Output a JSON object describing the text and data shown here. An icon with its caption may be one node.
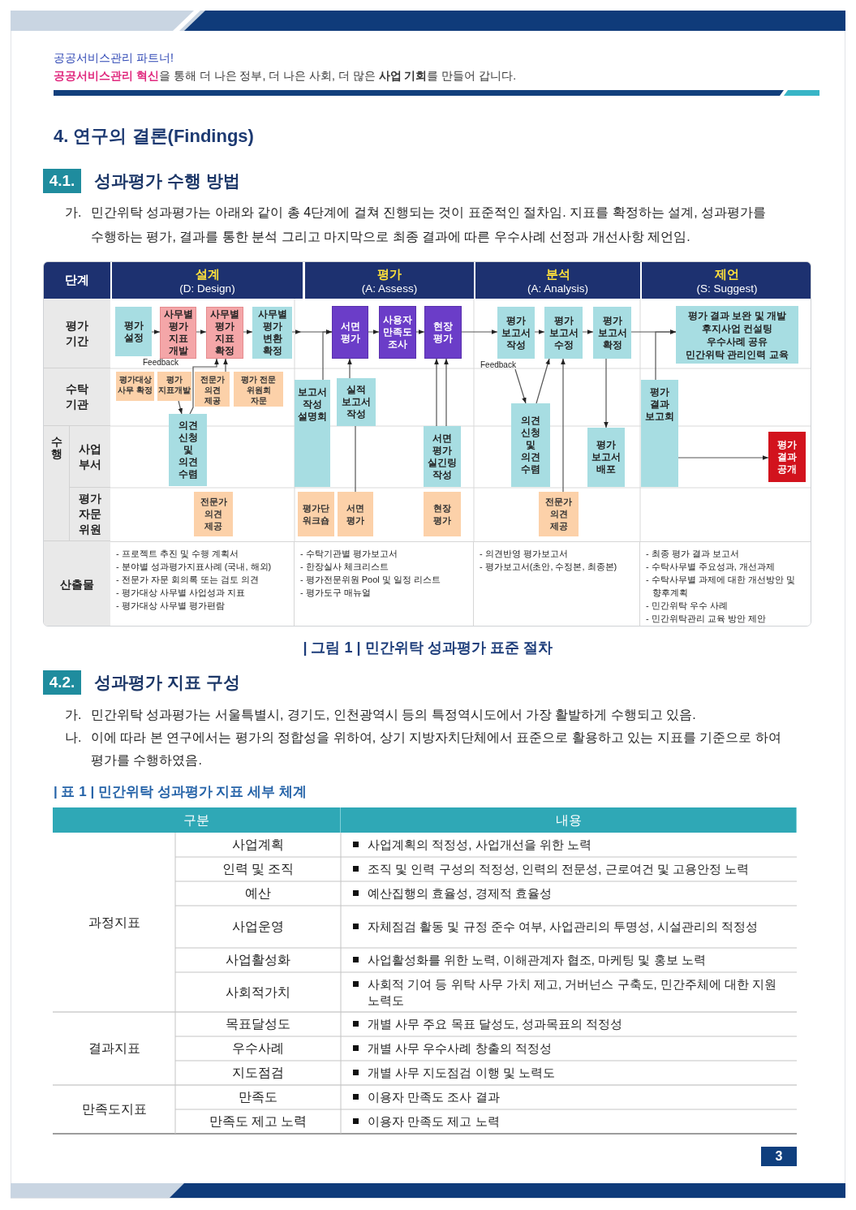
{
  "diagram": {
    "title": "4. 연구의 결론(Findings)",
    "caption": "| 그림 1 | 민간위탁 성과평가 표준 절차",
    "nodes": [
      {
        "text": [
          "단계"
        ]
      },
      {
        "text": [
          "설계",
          "(D: Design)"
        ]
      },
      {
        "text": [
          "평가",
          "(A: Assess)"
        ]
      },
      {
        "text": [
          "분석",
          "(A: Analysis)"
        ]
      },
      {
        "text": [
          "제언",
          "(S: Suggest)"
        ]
      },
      {
        "text": [
          "평가 기간"
        ]
      },
      {
        "text": [
          "평가 설정"
        ]
      },
      {
        "text": [
          "사무별 평가 지표 개발"
        ]
      },
      {
        "text": [
          "사무별 평가 지표 확정"
        ]
      },
      {
        "text": [
          "사무별 평가 변환 확정"
        ]
      },
      {
        "text": [
          "서면 평가"
        ]
      },
      {
        "text": [
          "사용자 만족도 조사"
        ]
      },
      {
        "text": [
          "현장 평가"
        ]
      },
      {
        "text": [
          "평가 보고서 작성"
        ]
      },
      {
        "text": [
          "평가 보고서 수정"
        ]
      },
      {
        "text": [
          "평가 보고서 확정"
        ]
      },
      {
        "text": [
          "평가 결과 보완 및 개발",
          "후지사업 컨설팅",
          "우수사례 공유",
          "민간위탁 관리인력 교육"
        ]
      },
      {
        "text": [
          "수탁 기관"
        ]
      },
      {
        "text": [
          "평가대상 사무 확정"
        ]
      },
      {
        "text": [
          "평가 지표개발"
        ]
      },
      {
        "text": [
          "전문가 의견 제공"
        ]
      },
      {
        "text": [
          "평가 전문 위원회 자문"
        ]
      },
      {
        "text": [
          "보고서 작성 설명회"
        ]
      },
      {
        "text": [
          "실적 보고서 작성"
        ]
      },
      {
        "text": [
          "Feedback"
        ]
      },
      {
        "text": [
          "평가 결과 보고회"
        ]
      },
      {
        "text": [
          "수행"
        ]
      },
      {
        "text": [
          "사업 부서"
        ]
      },
      {
        "text": [
          "의견 신청 및 의견 수렴"
        ]
      },
      {
        "text": [
          "서면 평가 실긴링 작성"
        ]
      },
      {
        "text": [
          "의견 신청 및 의견 수렴"
        ]
      },
      {
        "text": [
          "평가 보고서 배포"
        ]
      },
      {
        "text": [
          "평가 결과 공개"
        ]
      },
      {
        "text": [
          "평가 자문 위원"
        ]
      },
      {
        "text": [
          "전문가 의견 제공"
        ]
      },
      {
        "text": [
          "평가단 워크숍"
        ]
      },
      {
        "text": [
          "서면 평가"
        ]
      },
      {
        "text": [
          "현장 평가"
        ]
      },
      {
        "text": [
          "전문가 의견 제공"
        ]
      },
      {
        "text": [
          "산출물"
        ]
      },
      {
        "text": [
          "- 프로젝트 추진 및 수행 계획서",
          "- 분야별 성과평가지표사례 (국내, 해외)",
          "- 전문가 자문 회의록 또는 검토 의견",
          "- 평가대상 사무별 사업성과 지표",
          "- 평가대상 사무별 평가편람"
        ]
      },
      {
        "text": [
          "- 수탁기관별 평가보고서",
          "- 한장실사 체크리스트",
          "- 평가전문위원 Pool 및 일정 리스트",
          "- 평가도구 매뉴얼"
        ]
      },
      {
        "text": [
          "- 의견반영 평가보고서",
          "- 평가보고서(초안, 수정본, 최종본)"
        ]
      },
      {
        "text": [
          "- 최종 평가 결과 보고서",
          "- 수탁사무별 주요성과, 개선과제",
          "- 수탁사무별 과제에 대한 개선방안 및 향후계획",
          "- 민간위탁 우수 사례",
          "- 민간위탁관리 교육 방안 제안"
        ]
      }
    ],
    "edges": [
      {
        "from": 6,
        "to": 7,
        "arrow": "to"
      },
      {
        "from": 7,
        "to": 8,
        "arrow": "to"
      },
      {
        "from": 8,
        "to": 9,
        "arrow": "to"
      },
      {
        "from": 9,
        "to": 10,
        "arrow": "to"
      },
      {
        "from": 22,
        "to": 10,
        "arrow": "to"
      },
      {
        "from": 23,
        "to": 10,
        "arrow": "to"
      },
      {
        "from": 10,
        "to": 11,
        "arrow": "to"
      },
      {
        "from": 11,
        "to": 12,
        "arrow": "to"
      },
      {
        "from": 12,
        "to": 13,
        "arrow": "to"
      },
      {
        "from": 13,
        "to": 14,
        "arrow": "to"
      },
      {
        "from": 14,
        "to": 15,
        "arrow": "to"
      },
      {
        "from": 15,
        "to": 16,
        "arrow": "to"
      },
      {
        "from": 25,
        "to": 16,
        "arrow": "to"
      },
      {
        "from": 19,
        "to": 28,
        "arrow": "to"
      },
      {
        "from": 28,
        "to": 8,
        "arrow": "to"
      },
      {
        "from": 20,
        "to": 8,
        "arrow": "to"
      },
      {
        "from": 36,
        "to": 23,
        "arrow": "none"
      },
      {
        "from": 29,
        "to": 12,
        "arrow": "to"
      },
      {
        "from": 29,
        "to": 12,
        "arrow": "to"
      },
      {
        "from": 24,
        "to": 30,
        "arrow": "to"
      },
      {
        "from": 30,
        "to": 14,
        "arrow": "to"
      },
      {
        "from": 38,
        "to": 14,
        "arrow": "to"
      },
      {
        "from": 15,
        "to": 31,
        "arrow": "to"
      },
      {
        "from": 25,
        "to": 32,
        "arrow": "to"
      }
    ],
    "labels": [
      "공공서비스관리 파트너!",
      "**공공서비스관리 혁신**을 통해 더 나은 정부, 더 나은 사회, 더 많은 **사업 기회**를 만들어 갑니다.",
      "4.1.",
      "성과평가 수행 방법",
      "가.",
      "민간위탁 성과평가는 아래와 같이 총 4단계에 걸쳐 진행되는 것이 표준적인 절차임. 지표를 확정하는 설계, 성과평가를 수행하는 평가, 결과를 통한 분석 그리고 마지막으로 최종 결과에 따른 우수사례 선정과 개선사항 제언임.",
      "Feedback",
      "4.2.",
      "성과평가 지표 구성",
      "가.",
      "민간위탁 성과평가는 서울특별시, 경기도, 인천광역시 등의 특정역시도에서 가장 활발하게 수행되고 있음.",
      "나.",
      "이에 따라 본 연구에서는 평가의 정합성을 위하여, 상기 지방자치단체에서 표준으로 활용하고 있는 지표를 기준으로 하여 평가를 수행하였음.",
      "| 표 1 | 민간위탁 성과평가 지표 세부 체계",
      "구분",
      "내용",
      "과정지표",
      "사업계획",
      "사업계획의 적정성, 사업개선을 위한 노력",
      "인력 및 조직",
      "조직 및 인력 구성의 적정성, 인력의 전문성, 근로여건 및 고용안정 노력",
      "예산",
      "예산집행의 효율성, 경제적 효율성",
      "사업운영",
      "자체점검 활동 및 규정 준수 여부, 사업관리의 투명성, 시설관리의 적정성",
      "사업활성화",
      "사업활성화를 위한 노력, 이해관계자 협조, 마케팅 및 홍보 노력",
      "사회적가치",
      "사회적 기여 등 위탁 사무 가치 제고, 거버넌스 구축도, 민간주체에 대한 지원 노력도",
      "결과지표",
      "목표달성도",
      "개별 사무 주요 목표 달성도, 성과목표의 적정성",
      "우수사례",
      "개별 사무 우수사례 창출의 적정성",
      "지도점검",
      "개별 사무 지도점검 이행 및 노력도",
      "만족도지표",
      "만족도",
      "이용자 만족도 조사 결과",
      "만족도 제고 노력",
      "이용자 만족도 제고 노력",
      "3"
    ]
  }
}
